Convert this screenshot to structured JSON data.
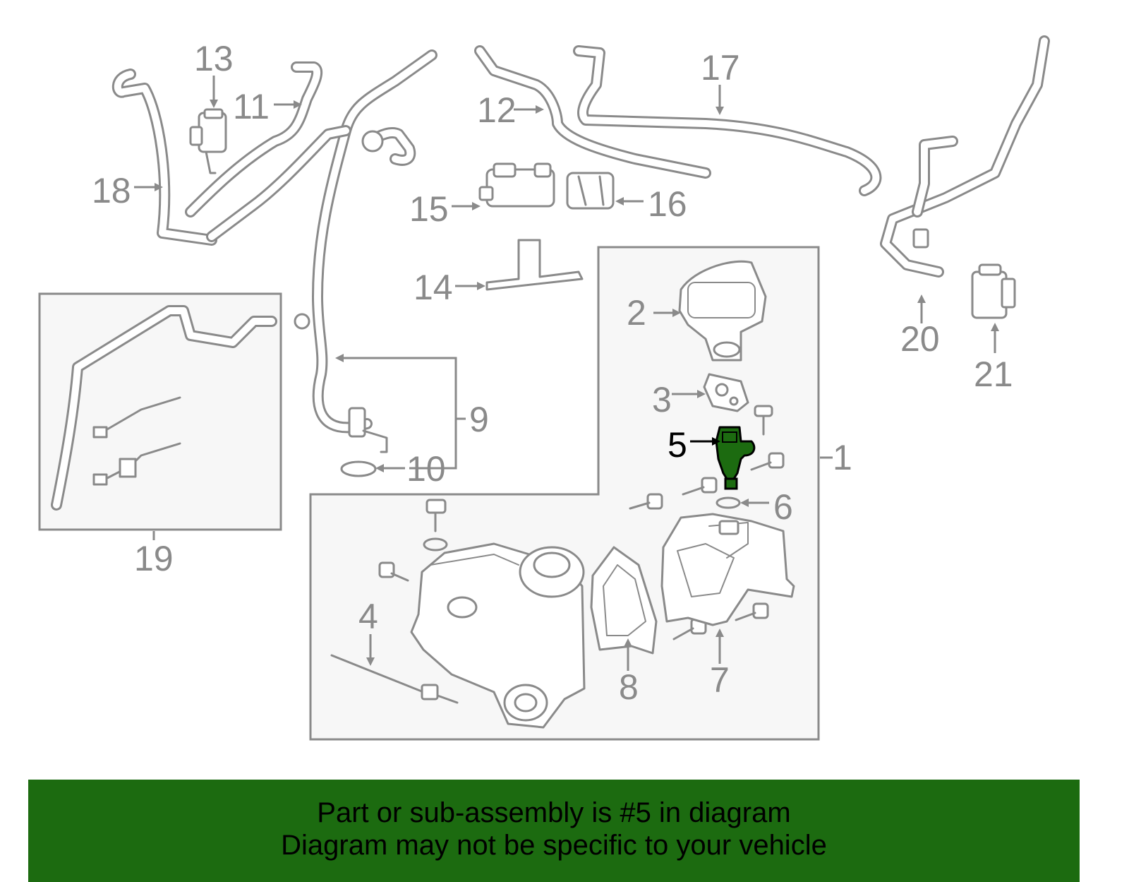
{
  "callouts": [
    {
      "id": "1",
      "label": "1"
    },
    {
      "id": "2",
      "label": "2"
    },
    {
      "id": "3",
      "label": "3"
    },
    {
      "id": "4",
      "label": "4"
    },
    {
      "id": "5",
      "label": "5"
    },
    {
      "id": "6",
      "label": "6"
    },
    {
      "id": "7",
      "label": "7"
    },
    {
      "id": "8",
      "label": "8"
    },
    {
      "id": "9",
      "label": "9"
    },
    {
      "id": "10",
      "label": "10"
    },
    {
      "id": "11",
      "label": "11"
    },
    {
      "id": "12",
      "label": "12"
    },
    {
      "id": "13",
      "label": "13"
    },
    {
      "id": "14",
      "label": "14"
    },
    {
      "id": "15",
      "label": "15"
    },
    {
      "id": "16",
      "label": "16"
    },
    {
      "id": "17",
      "label": "17"
    },
    {
      "id": "18",
      "label": "18"
    },
    {
      "id": "19",
      "label": "19"
    },
    {
      "id": "20",
      "label": "20"
    },
    {
      "id": "21",
      "label": "21"
    }
  ],
  "highlighted_part": "5",
  "colors": {
    "line": "#8a8a8a",
    "highlight_part": "#1c6b10",
    "banner_bg": "#1c6b10",
    "box_fill": "#f7f7f7"
  },
  "banner": {
    "line1": "Part or sub-assembly is #5 in diagram",
    "line2": "Diagram may not be specific to your vehicle"
  }
}
